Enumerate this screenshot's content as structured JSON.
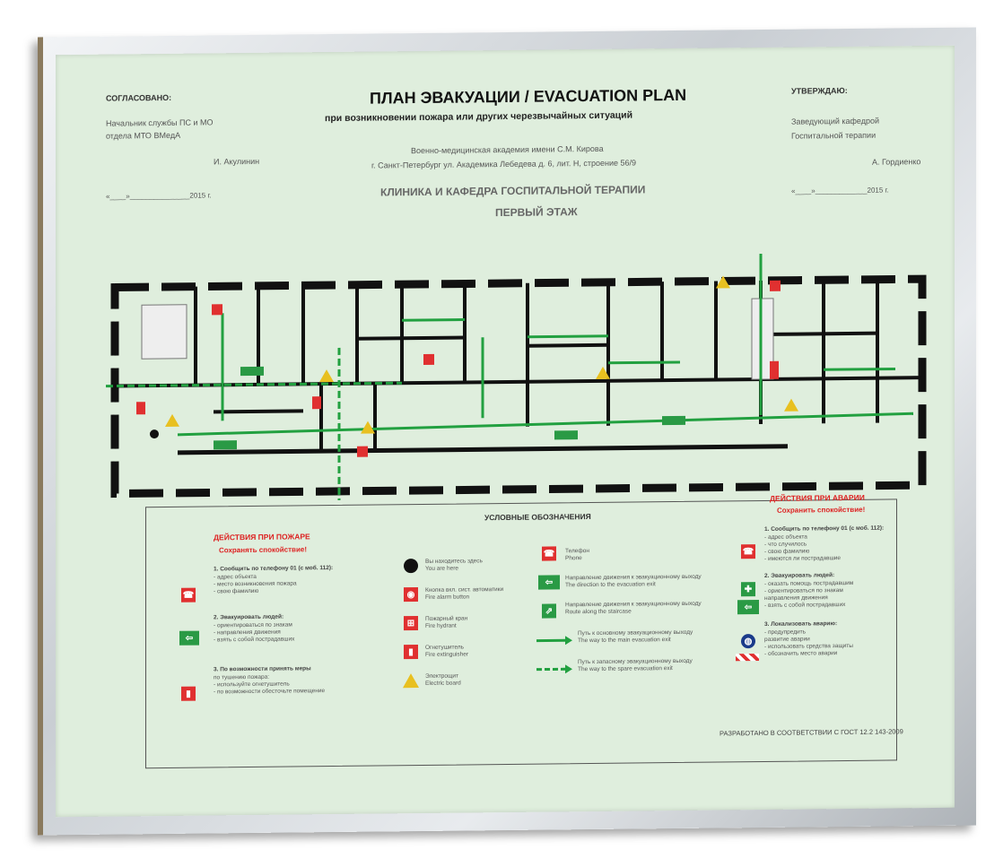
{
  "header": {
    "title": "ПЛАН ЭВАКУАЦИИ / EVACUATION PLAN",
    "subtitle": "при возникновении пожара или других черезвычайных ситуаций",
    "org_line1": "Военно-медицинская академия имени С.М. Кирова",
    "org_line2": "г. Санкт-Петербург ул. Академика Лебедева д. 6, лит. Н, строение 56/9",
    "dept": "КЛИНИКА И КАФЕДРА ГОСПИТАЛЬНОЙ ТЕРАПИИ",
    "floor": "ПЕРВЫЙ ЭТАЖ"
  },
  "left_block": {
    "heading": "СОГЛАСОВАНО:",
    "line1": "Начальник службы ПС и МО",
    "line2": "отдела МТО ВМедА",
    "signer": "И. Акулинин",
    "date": "«____»_______________2015 г."
  },
  "right_block": {
    "heading": "УТВЕРЖДАЮ:",
    "line1": "Заведующий кафедрой",
    "line2": "Госпитальной терапии",
    "signer": "А. Гордиенко",
    "date": "«____»_____________2015 г."
  },
  "legend": {
    "title": "УСЛОВНЫЕ ОБОЗНАЧЕНИЯ",
    "fire_heading": "ДЕЙСТВИЯ ПРИ ПОЖАРЕ",
    "fire_sub": "Сохранять спокойствие!",
    "fire_steps": [
      {
        "title": "1. Сообщить по телефону 01 (с моб. 112):",
        "lines": [
          "- адрес объекта",
          "- место возникновения пожара",
          "- свою фамилию"
        ]
      },
      {
        "title": "2. Эвакуировать людей:",
        "lines": [
          "- ориентироваться по знакам",
          "- направления движения",
          "- взять с собой пострадавших"
        ]
      },
      {
        "title": "3. По возможности принять меры",
        "lines": [
          "по тушению пожара:",
          "- используйте огнетушитель",
          "- по возможности обесточьте помещение"
        ]
      }
    ],
    "items_col1": [
      {
        "icon": "you-are-here-icon",
        "ru": "Вы находитесь здесь",
        "en": "You are here"
      },
      {
        "icon": "alarm-button-icon",
        "ru": "Кнопка вкл. сист. автоматики",
        "en": "Fire alarm button"
      },
      {
        "icon": "fire-hydrant-icon",
        "ru": "Пожарный кран",
        "en": "Fire hydrant"
      },
      {
        "icon": "extinguisher-icon",
        "ru": "Огнетушитель",
        "en": "Fire extinguisher"
      },
      {
        "icon": "electric-board-icon",
        "ru": "Электрощит",
        "en": "Electric board"
      }
    ],
    "items_col2": [
      {
        "icon": "phone-icon",
        "ru": "Телефон",
        "en": "Phone"
      },
      {
        "icon": "exit-sign-icon",
        "ru": "Направление движения к эвакуационному выходу",
        "en": "The direction to the evacuation exit"
      },
      {
        "icon": "stairs-exit-icon",
        "ru": "Направление движения к эвакуационному выходу",
        "en": "Route along the staircase"
      },
      {
        "icon": "main-route-arrow-icon",
        "ru": "Путь к основному эвакуационному выходу",
        "en": "The way to the main evacuation exit"
      },
      {
        "icon": "spare-route-arrow-icon",
        "ru": "Путь к запасному эвакуационному выходу",
        "en": "The way to the spare evacuation exit"
      }
    ],
    "accident_heading": "ДЕЙСТВИЯ ПРИ АВАРИИ",
    "accident_sub": "Сохранить спокойствие!",
    "accident_steps": [
      {
        "title": "1. Сообщить по телефону 01 (с моб. 112):",
        "lines": [
          "- адрес объекта",
          "- что случилось",
          "- свою фамилию",
          "- имеются ли пострадавшие"
        ]
      },
      {
        "title": "2. Эвакуировать людей:",
        "lines": [
          "- оказать помощь пострадавшим",
          "- ориентироваться по знакам",
          "направления движения",
          "- взять с собой пострадавших"
        ]
      },
      {
        "title": "3. Локализовать аварию:",
        "lines": [
          "- предупредить",
          "развитие аварии",
          "- использовать средства защиты",
          "- обозначить место аварии"
        ]
      }
    ],
    "gost": "РАЗРАБОТАНО В СООТВЕТСТВИИ С ГОСТ 12.2 143-2009"
  },
  "colors": {
    "plate": "#dfeedd",
    "route_green": "#22a040",
    "sign_red": "#e03030",
    "wall": "#111111"
  }
}
